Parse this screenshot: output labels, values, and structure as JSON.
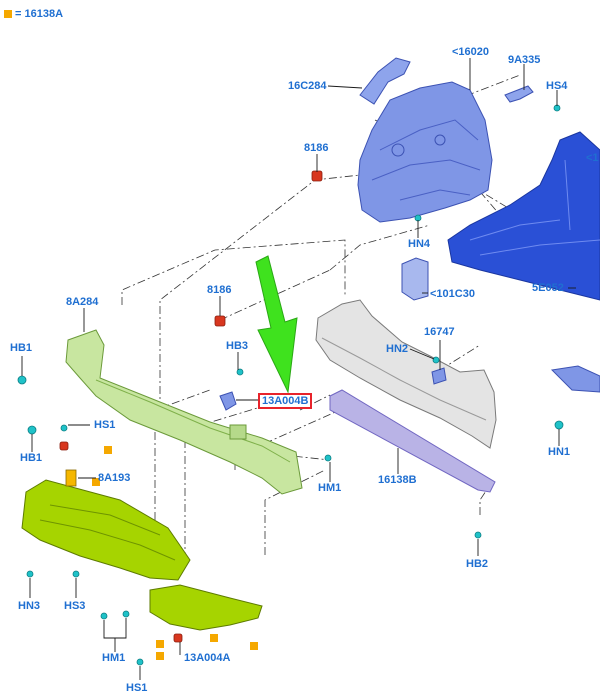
{
  "legend": {
    "swatch_color": "#f5a800",
    "text": "= 16138A"
  },
  "colors": {
    "label": "#1f6fd1",
    "leader": "#1a1a1a",
    "highlight_border": "#e8232b",
    "arrow": "#3fe21e"
  },
  "labels": {
    "p16020": "<16020",
    "p9a335": "9A335",
    "p16c284": "16C284",
    "hs4": "HS4",
    "p8186a": "8186",
    "hn4": "HN4",
    "p1_right": "<1",
    "p101c30": "<101C30",
    "p5e052": "5E052",
    "p8186b": "8186",
    "p8a284": "8A284",
    "hb1a": "HB1",
    "hb3": "HB3",
    "p13a004b": "13A004B",
    "p16747": "16747",
    "hn2": "HN2",
    "hs1a": "HS1",
    "hb1b": "HB1",
    "p8a193": "8A193",
    "hn1": "HN1",
    "hm1a": "HM1",
    "p16138b": "16138B",
    "hn3": "HN3",
    "hs3": "HS3",
    "hb2": "HB2",
    "hm1b": "HM1",
    "p13a004a": "13A004A",
    "hs1b": "HS1"
  }
}
